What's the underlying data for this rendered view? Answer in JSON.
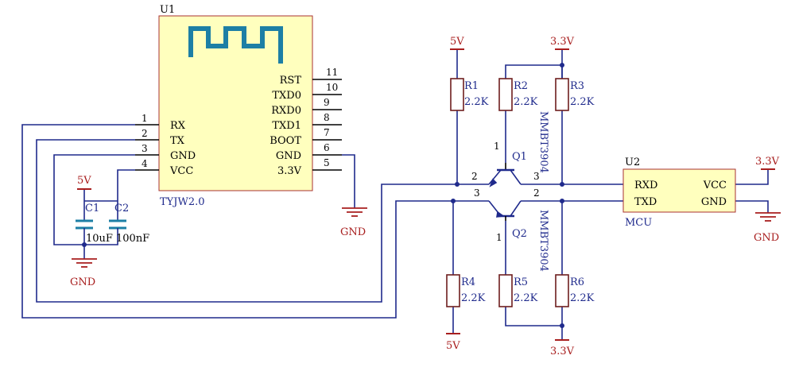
{
  "colors": {
    "wire": "#1f2a8c",
    "pin": "#000000",
    "body_fill": "#ffffbe",
    "body_stroke": "#a83232",
    "comp_body": "#6e1e1e",
    "power": "#a81e1e",
    "part_text": "#1f2a8c",
    "pin_text": "#000000",
    "antenna": "#1d7fa5",
    "cap_plate": "#1d7fa5"
  },
  "u1": {
    "ref": "U1",
    "value": "TYJW2.0",
    "left_pins": [
      {
        "num": "1",
        "name": "RX"
      },
      {
        "num": "2",
        "name": "TX"
      },
      {
        "num": "3",
        "name": "GND"
      },
      {
        "num": "4",
        "name": "VCC"
      }
    ],
    "right_pins": [
      {
        "num": "11",
        "name": "RST"
      },
      {
        "num": "10",
        "name": "TXD0"
      },
      {
        "num": "9",
        "name": "RXD0"
      },
      {
        "num": "8",
        "name": "TXD1"
      },
      {
        "num": "7",
        "name": "BOOT"
      },
      {
        "num": "6",
        "name": "GND"
      },
      {
        "num": "5",
        "name": "3.3V"
      }
    ]
  },
  "u2": {
    "ref": "U2",
    "value": "MCU",
    "pins": [
      {
        "name": "RXD"
      },
      {
        "name": "TXD"
      },
      {
        "name": "VCC"
      },
      {
        "name": "GND"
      }
    ]
  },
  "resistors": [
    {
      "ref": "R1",
      "value": "2.2K"
    },
    {
      "ref": "R2",
      "value": "2.2K"
    },
    {
      "ref": "R3",
      "value": "2.2K"
    },
    {
      "ref": "R4",
      "value": "2.2K"
    },
    {
      "ref": "R5",
      "value": "2.2K"
    },
    {
      "ref": "R6",
      "value": "2.2K"
    }
  ],
  "capacitors": [
    {
      "ref": "C1",
      "value": "10uF"
    },
    {
      "ref": "C2",
      "value": "100nF"
    }
  ],
  "transistors": [
    {
      "ref": "Q1",
      "value": "MMBT3904",
      "pins": [
        "1",
        "2",
        "3"
      ]
    },
    {
      "ref": "Q2",
      "value": "MMBT3904",
      "pins": [
        "1",
        "2",
        "3"
      ]
    }
  ],
  "power": {
    "vcc_5v": "5V",
    "vcc_3v3": "3.3V",
    "gnd": "GND"
  }
}
